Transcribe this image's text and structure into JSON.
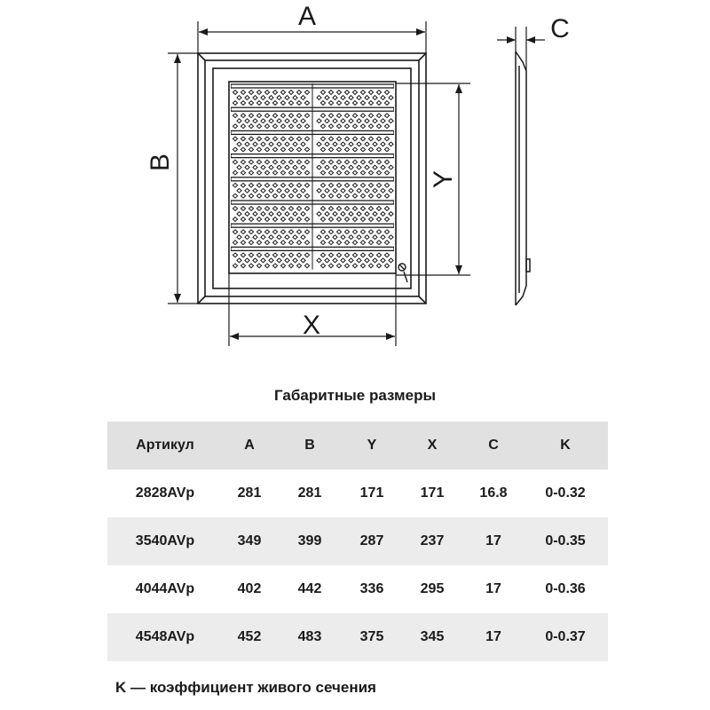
{
  "drawing": {
    "labels": {
      "a": "A",
      "b": "B",
      "c": "C",
      "x": "X",
      "y": "Y"
    }
  },
  "table": {
    "title": "Габаритные размеры",
    "columns": [
      "Артикул",
      "A",
      "B",
      "Y",
      "X",
      "C",
      "K"
    ],
    "rows": [
      [
        "2828AVp",
        "281",
        "281",
        "171",
        "171",
        "16.8",
        "0-0.32"
      ],
      [
        "3540AVp",
        "349",
        "399",
        "287",
        "237",
        "17",
        "0-0.35"
      ],
      [
        "4044AVp",
        "402",
        "442",
        "336",
        "295",
        "17",
        "0-0.36"
      ],
      [
        "4548AVp",
        "452",
        "483",
        "375",
        "345",
        "17",
        "0-0.37"
      ]
    ]
  },
  "footnote": "K — коэффициент живого сечения",
  "colors": {
    "line": "#1a1a1a",
    "header_bg": "#e1e1e1",
    "stripe_bg": "#ececec"
  }
}
